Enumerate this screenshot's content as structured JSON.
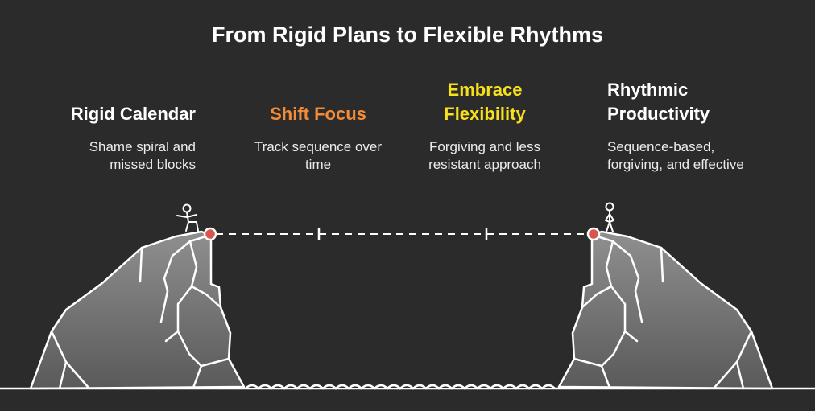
{
  "title": "From Rigid Plans to Flexible Rhythms",
  "colors": {
    "background": "#2b2b2b",
    "white": "#ffffff",
    "orange": "#f28c38",
    "yellow": "#f7e01c",
    "marker": "#d9534f",
    "rock_top": "#8f8f8f",
    "rock_bottom": "#5a5a5a"
  },
  "steps": [
    {
      "heading": [
        "Rigid Calendar"
      ],
      "description": [
        "Shame spiral and",
        "missed blocks"
      ],
      "color": "#ffffff"
    },
    {
      "heading": [
        "Shift Focus"
      ],
      "description": [
        "Track sequence over",
        "time"
      ],
      "color": "#f28c38"
    },
    {
      "heading": [
        "Embrace",
        "Flexibility"
      ],
      "description": [
        "Forgiving and less",
        "resistant approach"
      ],
      "color": "#f7e01c"
    },
    {
      "heading": [
        "Rhythmic",
        "Productivity"
      ],
      "description": [
        "Sequence-based,",
        "forgiving, and effective"
      ],
      "color": "#ffffff"
    }
  ],
  "icons": {
    "left_figure": "person-sitting-icon",
    "right_figure": "person-standing-icon"
  }
}
